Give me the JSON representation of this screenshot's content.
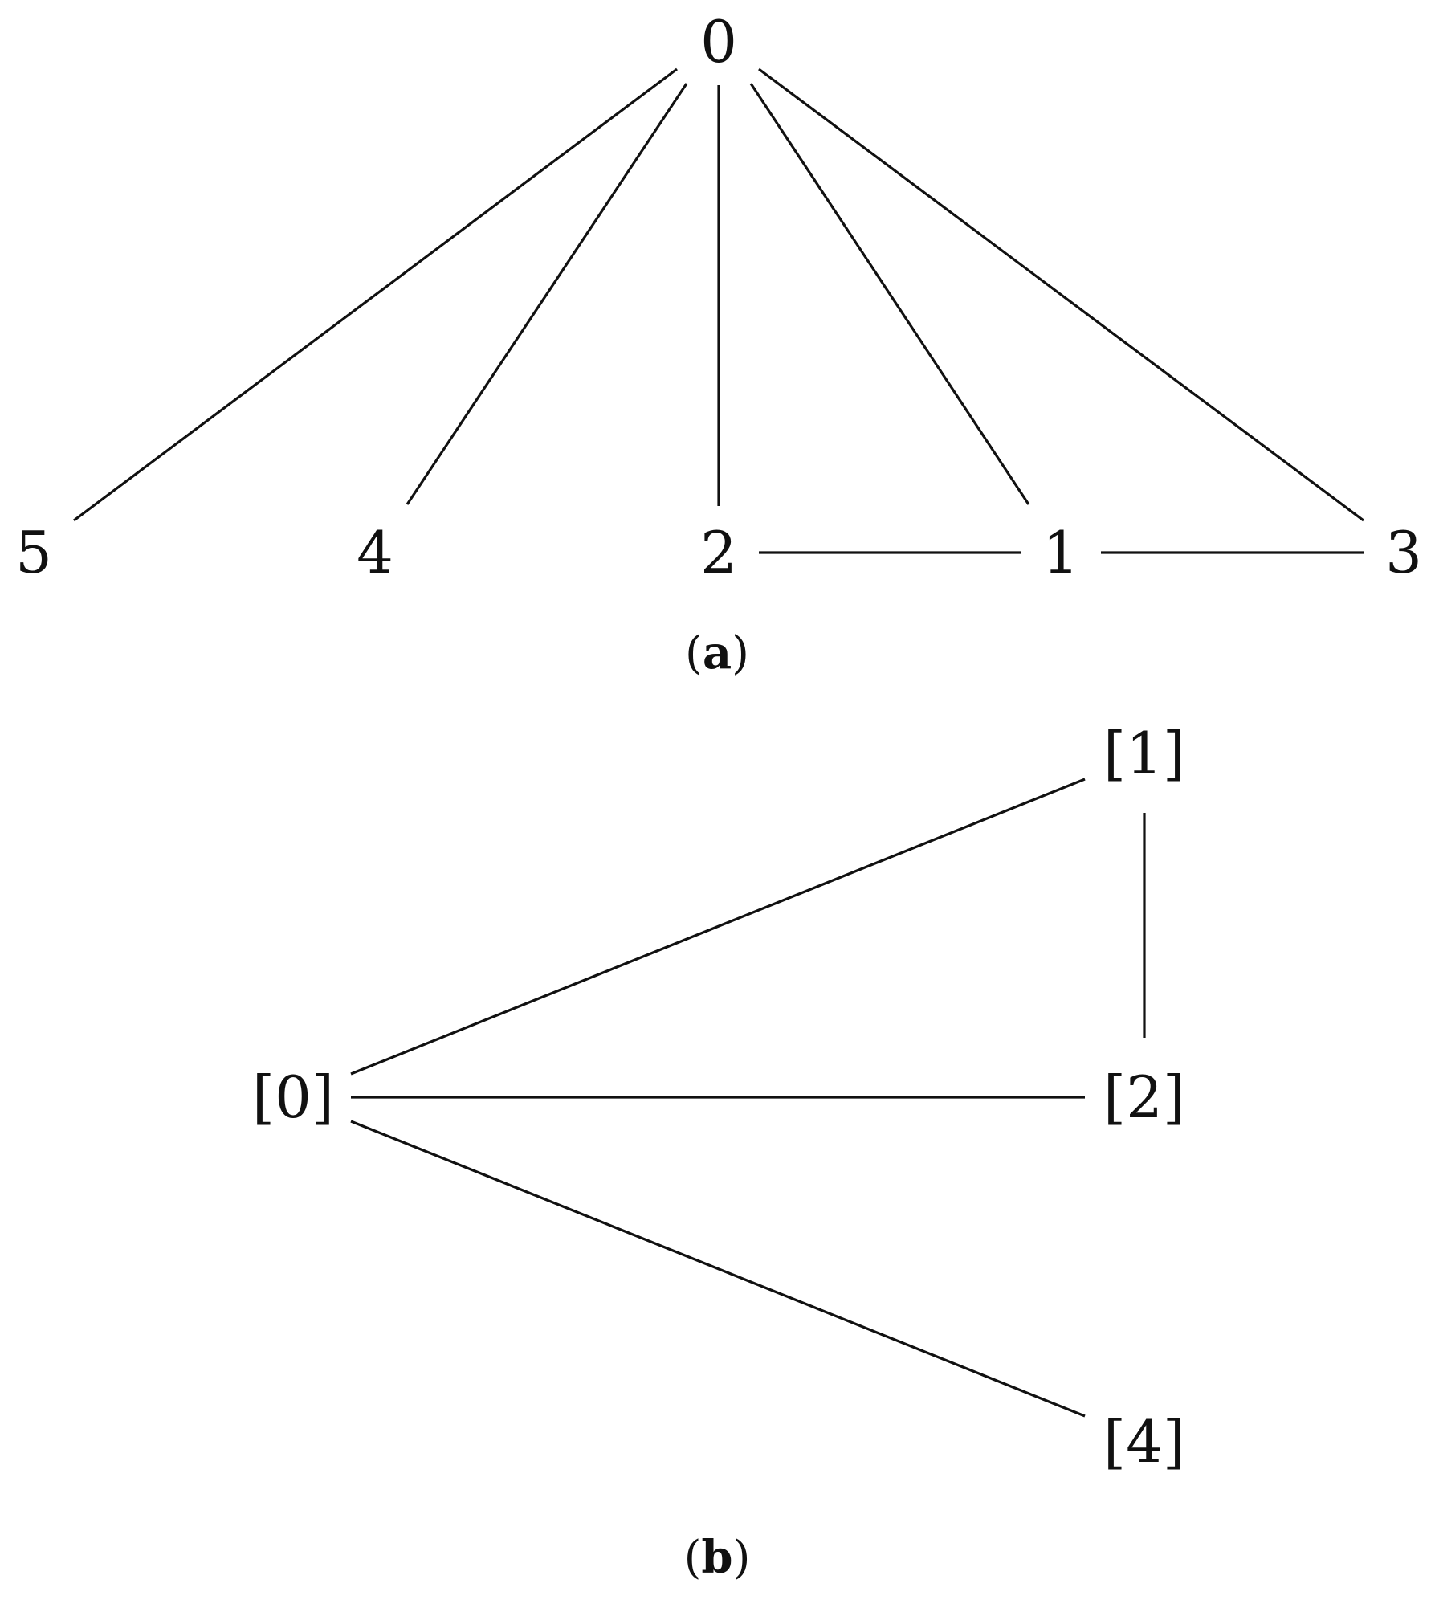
{
  "diagram": {
    "panel_a": {
      "caption": {
        "open": "(",
        "letter": "a",
        "close": ")"
      },
      "nodes": [
        {
          "id": "0",
          "label": "0"
        },
        {
          "id": "5",
          "label": "5"
        },
        {
          "id": "4",
          "label": "4"
        },
        {
          "id": "2",
          "label": "2"
        },
        {
          "id": "1",
          "label": "1"
        },
        {
          "id": "3",
          "label": "3"
        }
      ],
      "edges": [
        {
          "from": "0",
          "to": "5"
        },
        {
          "from": "0",
          "to": "4"
        },
        {
          "from": "0",
          "to": "2"
        },
        {
          "from": "0",
          "to": "1"
        },
        {
          "from": "0",
          "to": "3"
        },
        {
          "from": "2",
          "to": "1"
        },
        {
          "from": "1",
          "to": "3"
        }
      ]
    },
    "panel_b": {
      "caption": {
        "open": "(",
        "letter": "b",
        "close": ")"
      },
      "nodes": [
        {
          "id": "b0",
          "label": "[0]"
        },
        {
          "id": "b1",
          "label": "[1]"
        },
        {
          "id": "b2",
          "label": "[2]"
        },
        {
          "id": "b4",
          "label": "[4]"
        }
      ],
      "edges": [
        {
          "from": "b0",
          "to": "b1"
        },
        {
          "from": "b0",
          "to": "b2"
        },
        {
          "from": "b0",
          "to": "b4"
        },
        {
          "from": "b1",
          "to": "b2"
        }
      ]
    },
    "colors": {
      "stroke": "#111111",
      "text": "#111111",
      "background": "#ffffff"
    }
  }
}
